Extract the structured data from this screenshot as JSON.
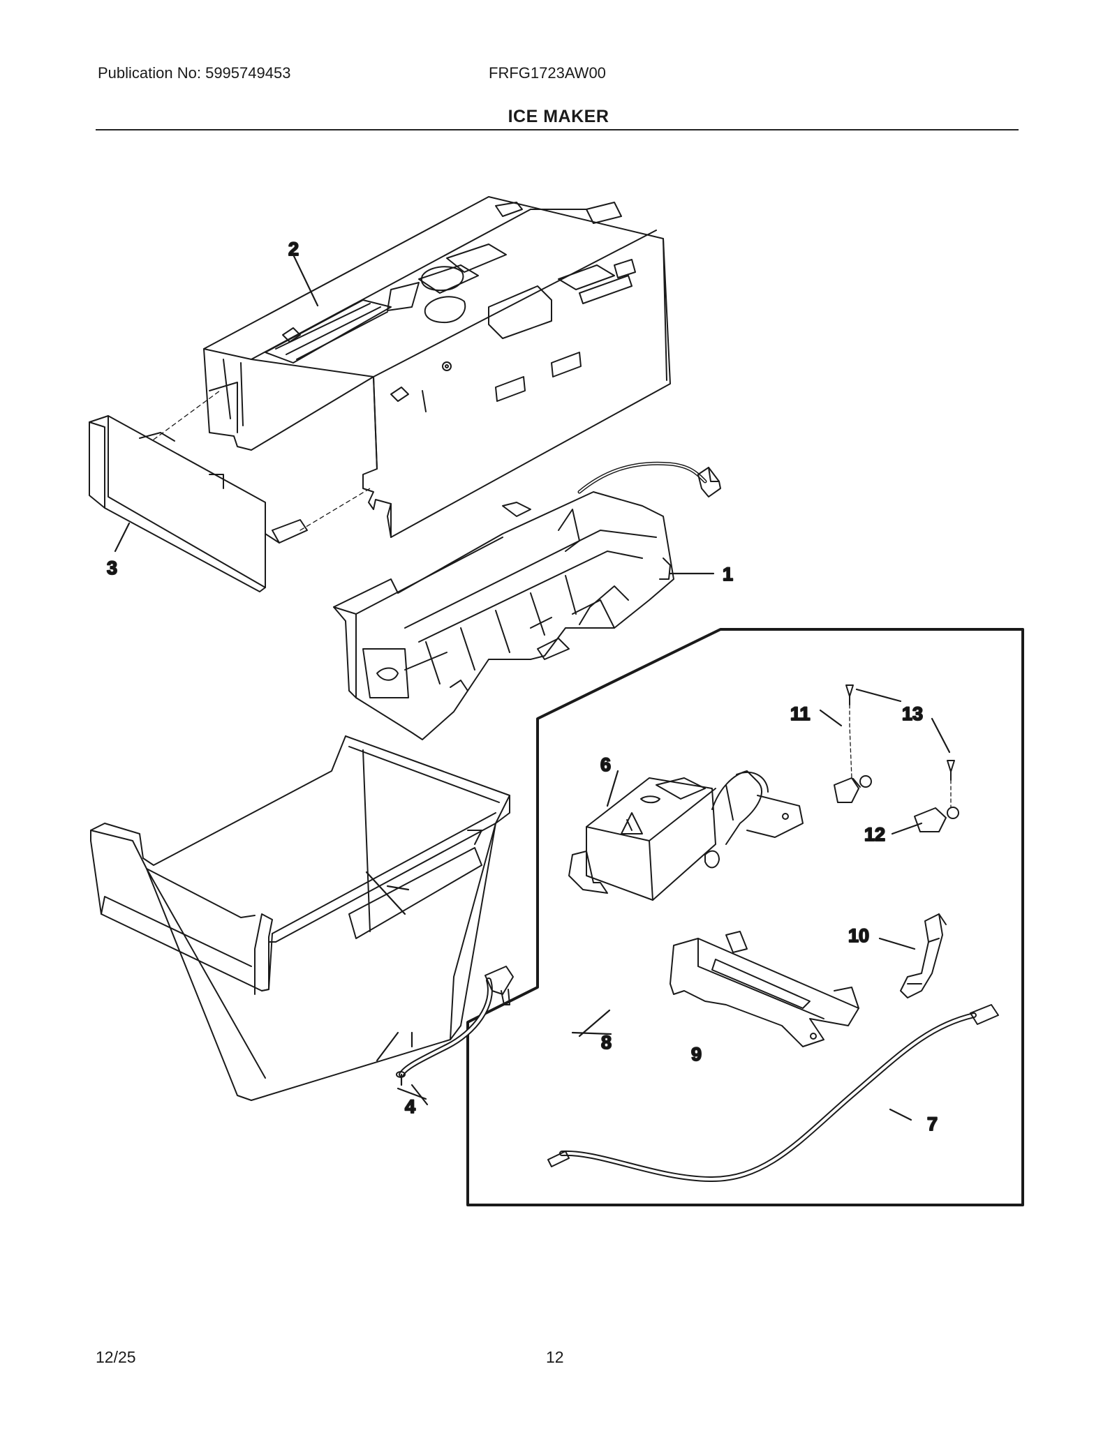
{
  "header": {
    "publication": "Publication No: 5995749453",
    "model": "FRFG1723AW00",
    "title": "ICE MAKER"
  },
  "footer": {
    "date": "12/25",
    "page": "12"
  },
  "callouts": [
    {
      "id": "c1",
      "text": "1"
    },
    {
      "id": "c2",
      "text": "2"
    },
    {
      "id": "c3",
      "text": "3"
    },
    {
      "id": "c4",
      "text": "4"
    },
    {
      "id": "c6",
      "text": "6"
    },
    {
      "id": "c7",
      "text": "7"
    },
    {
      "id": "c8",
      "text": "8"
    },
    {
      "id": "c9",
      "text": "9"
    },
    {
      "id": "c10",
      "text": "10"
    },
    {
      "id": "c11",
      "text": "11"
    },
    {
      "id": "c12",
      "text": "12"
    },
    {
      "id": "c13",
      "text": "13"
    }
  ]
}
